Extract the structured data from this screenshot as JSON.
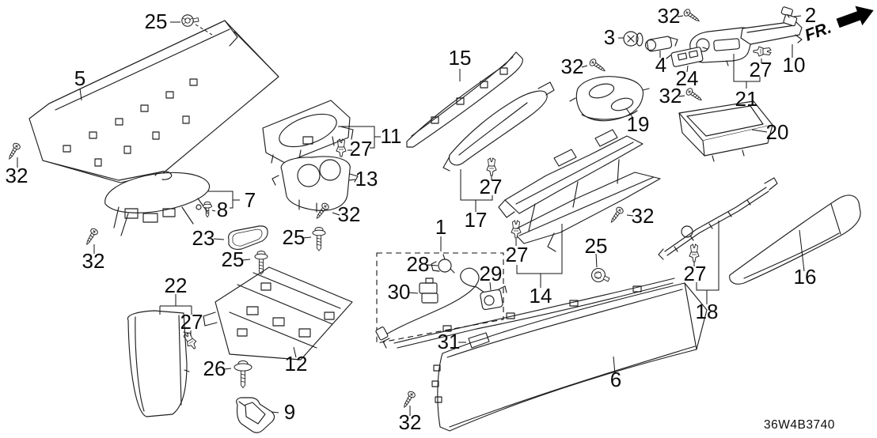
{
  "diagram": {
    "code": "36W4B3740",
    "fr_label": "FR."
  },
  "callouts": [
    {
      "label": "25"
    },
    {
      "label": "2"
    },
    {
      "label": "32"
    },
    {
      "label": "3"
    },
    {
      "label": "32"
    },
    {
      "label": "4"
    },
    {
      "label": "24"
    },
    {
      "label": "27"
    },
    {
      "label": "10"
    },
    {
      "label": "21"
    },
    {
      "label": "5"
    },
    {
      "label": "15"
    },
    {
      "label": "32"
    },
    {
      "label": "19"
    },
    {
      "label": "20"
    },
    {
      "label": "11"
    },
    {
      "label": "27"
    },
    {
      "label": "13"
    },
    {
      "label": "32"
    },
    {
      "label": "27"
    },
    {
      "label": "7"
    },
    {
      "label": "8"
    },
    {
      "label": "32"
    },
    {
      "label": "32"
    },
    {
      "label": "17"
    },
    {
      "label": "1"
    },
    {
      "label": "23"
    },
    {
      "label": "25"
    },
    {
      "label": "25"
    },
    {
      "label": "32"
    },
    {
      "label": "25"
    },
    {
      "label": "28"
    },
    {
      "label": "27"
    },
    {
      "label": "29"
    },
    {
      "label": "27"
    },
    {
      "label": "22"
    },
    {
      "label": "16"
    },
    {
      "label": "30"
    },
    {
      "label": "14"
    },
    {
      "label": "18"
    },
    {
      "label": "27"
    },
    {
      "label": "31"
    },
    {
      "label": "12"
    },
    {
      "label": "26"
    },
    {
      "label": "6"
    },
    {
      "label": "9"
    },
    {
      "label": "32"
    }
  ]
}
